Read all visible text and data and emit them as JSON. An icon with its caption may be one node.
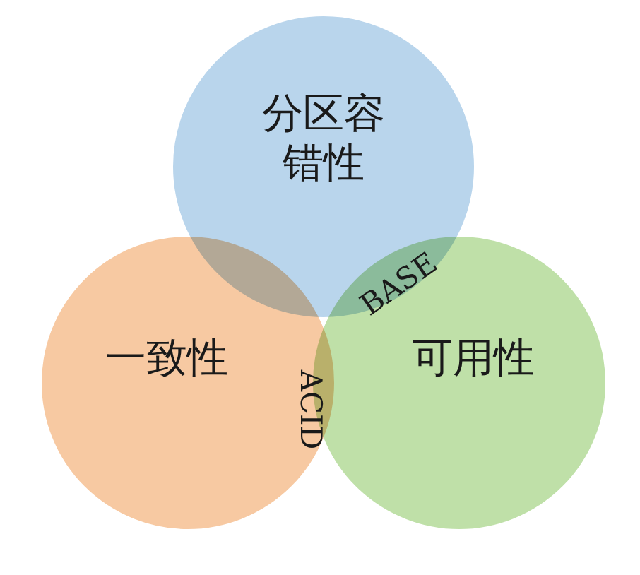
{
  "diagram": {
    "nodes": [
      {
        "text": [
          "分区容错性"
        ]
      },
      {
        "text": [
          "一致性"
        ]
      },
      {
        "text": [
          "可用性"
        ]
      }
    ],
    "labels": [
      "BASE",
      "ACID"
    ]
  }
}
